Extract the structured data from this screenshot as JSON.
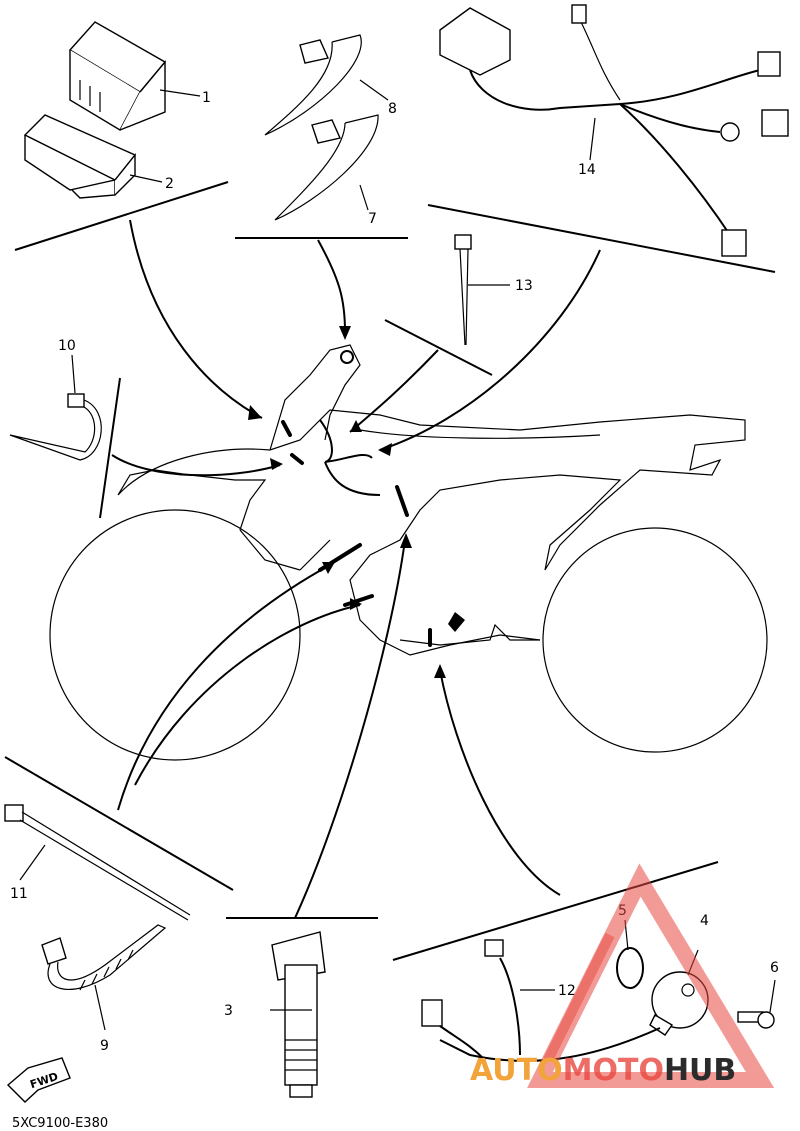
{
  "diagram": {
    "drawing_code": "5XC9100-E380",
    "direction_arrow": "FWD",
    "callouts": [
      {
        "id": "c1",
        "text": "1"
      },
      {
        "id": "c2",
        "text": "2"
      },
      {
        "id": "c3",
        "text": "3"
      },
      {
        "id": "c4",
        "text": "4"
      },
      {
        "id": "c5",
        "text": "5"
      },
      {
        "id": "c6",
        "text": "6"
      },
      {
        "id": "c7",
        "text": "7"
      },
      {
        "id": "c8",
        "text": "8"
      },
      {
        "id": "c9",
        "text": "9"
      },
      {
        "id": "c10",
        "text": "10"
      },
      {
        "id": "c11",
        "text": "11"
      },
      {
        "id": "c12",
        "text": "12"
      },
      {
        "id": "c13",
        "text": "13"
      },
      {
        "id": "c14",
        "text": "14"
      }
    ]
  },
  "watermark": {
    "part1": "AUTO",
    "part2": "MOTO",
    "part3": "HUB",
    "color_orange": "#f2a33a",
    "color_red": "#e8473f",
    "color_dark": "#2b2b2b"
  }
}
